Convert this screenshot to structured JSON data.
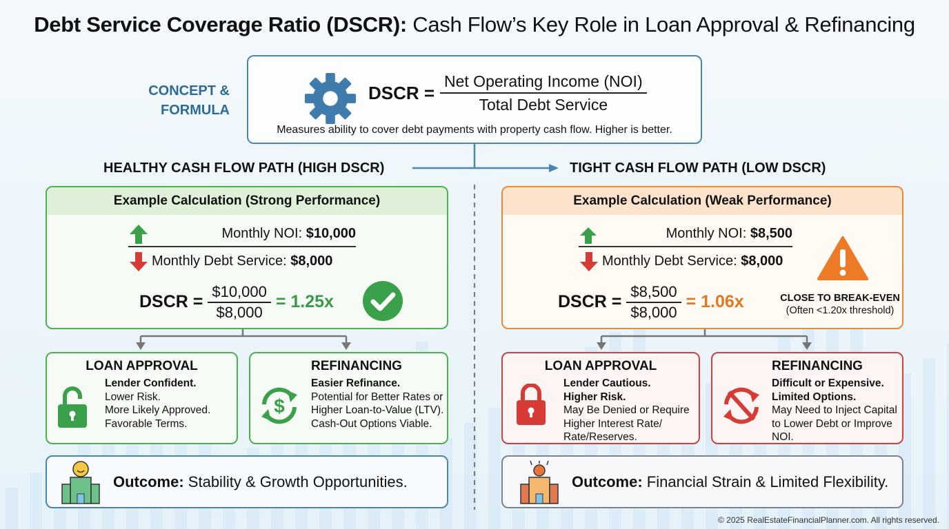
{
  "title": {
    "bold": "Debt Service Coverage Ratio (DSCR):",
    "rest": " Cash Flow’s Key Role in Loan Approval & Refinancing"
  },
  "concept": {
    "label_line1": "CONCEPT &",
    "label_line2": "FORMULA",
    "lhs": "DSCR =",
    "numerator": "Net Operating Income (NOI)",
    "denominator": "Total Debt Service",
    "description": "Measures ability to cover debt payments with property cash flow. Higher is better.",
    "icon": "gear-icon"
  },
  "paths": {
    "healthy": "HEALTHY CASH FLOW PATH (HIGH DSCR)",
    "tight": "TIGHT CASH FLOW PATH (LOW DSCR)"
  },
  "healthy": {
    "header": "Example Calculation (Strong Performance)",
    "noi_label": "Monthly NOI: ",
    "noi_value": "$10,000",
    "debt_label": "Monthly Debt Service: ",
    "debt_value": "$8,000",
    "dscr_lhs": "DSCR =",
    "num": "$10,000",
    "den": "$8,000",
    "result": "= 1.25x",
    "loan": {
      "title": "LOAN APPROVAL",
      "lines_bold": [
        "Lender Confident."
      ],
      "lines": [
        "Lower Risk.",
        "More Likely Approved.",
        "Favorable Terms."
      ]
    },
    "refi": {
      "title": "REFINANCING",
      "lines_bold": [
        "Easier Refinance."
      ],
      "lines": [
        "Potential for Better Rates or",
        "Higher Loan-to-Value (LTV).",
        "Cash-Out Options Viable."
      ]
    },
    "outcome_bold": "Outcome:",
    "outcome": " Stability & Growth Opportunities."
  },
  "tight": {
    "header": "Example Calculation (Weak Performance)",
    "noi_label": "Monthly NOI: ",
    "noi_value": "$8,500",
    "debt_label": "Monthly Debt Service: ",
    "debt_value": "$8,000",
    "dscr_lhs": "DSCR =",
    "num": "$8,500",
    "den": "$8,000",
    "result": "= 1.06x",
    "warning_title": "CLOSE TO BREAK-EVEN",
    "warning_sub": "(Often <1.20x threshold)",
    "loan": {
      "title": "LOAN APPROVAL",
      "lines_bold": [
        "Lender Cautious.",
        "Higher Risk."
      ],
      "lines": [
        "May Be Denied or Require",
        "Higher Interest Rate/",
        "Rate/Reserves."
      ]
    },
    "refi": {
      "title": "REFINANCING",
      "lines_bold": [
        "Difficult or Expensive.",
        "Limited Options."
      ],
      "lines": [
        "May Need to Inject Capital",
        "to Lower Debt or Improve",
        "NOI."
      ]
    },
    "outcome_bold": "Outcome:",
    "outcome": " Financial Strain & Limited Flexibility."
  },
  "colors": {
    "green": "#4caf50",
    "red": "#d04040",
    "orange": "#e8893a",
    "blue": "#4a84b0",
    "accent_green_text": "#3a9a48",
    "accent_orange_text": "#e07a20"
  },
  "footer": "© 2025 RealEstateFinancialPlanner.com. All rights reserved."
}
